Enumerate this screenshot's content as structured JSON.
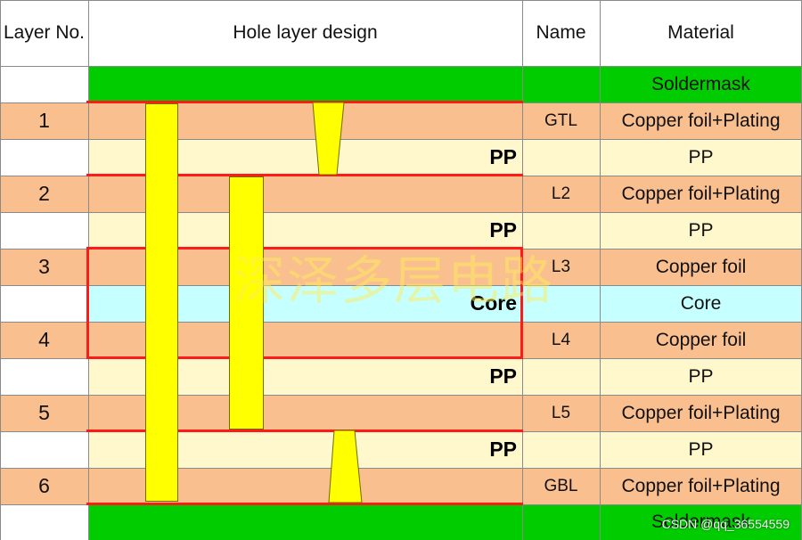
{
  "headers": {
    "layer_no": "Layer No.",
    "hole_layer_design": "Hole layer design",
    "name": "Name",
    "material": "Material"
  },
  "colors": {
    "soldermask": "#00cc00",
    "copper": "#f9bf8f",
    "dielectric": "#fff8cc",
    "core": "#c6ffff",
    "outline": "#ff1a1a",
    "via": "#ffff00"
  },
  "rows": [
    {
      "layer": "",
      "name": "",
      "material": "Soldermask",
      "kind": "soldermask",
      "label": ""
    },
    {
      "layer": "1",
      "name": "GTL",
      "material": "Copper foil+Plating",
      "kind": "copper",
      "label": ""
    },
    {
      "layer": "",
      "name": "",
      "material": "PP",
      "kind": "dielectric",
      "label": "PP"
    },
    {
      "layer": "2",
      "name": "L2",
      "material": "Copper foil+Plating",
      "kind": "copper",
      "label": ""
    },
    {
      "layer": "",
      "name": "",
      "material": "PP",
      "kind": "dielectric",
      "label": "PP"
    },
    {
      "layer": "3",
      "name": "L3",
      "material": "Copper foil",
      "kind": "copper",
      "label": ""
    },
    {
      "layer": "",
      "name": "",
      "material": "Core",
      "kind": "core",
      "label": "Core"
    },
    {
      "layer": "4",
      "name": "L4",
      "material": "Copper foil",
      "kind": "copper",
      "label": ""
    },
    {
      "layer": "",
      "name": "",
      "material": "PP",
      "kind": "dielectric",
      "label": "PP"
    },
    {
      "layer": "5",
      "name": "L5",
      "material": "Copper foil+Plating",
      "kind": "copper",
      "label": ""
    },
    {
      "layer": "",
      "name": "",
      "material": "PP",
      "kind": "dielectric",
      "label": "PP"
    },
    {
      "layer": "6",
      "name": "GBL",
      "material": "Copper foil+Plating",
      "kind": "copper",
      "label": ""
    },
    {
      "layer": "",
      "name": "",
      "material": "Soldermask",
      "kind": "soldermask",
      "label": ""
    }
  ],
  "watermark": "深泽多层电路",
  "credit": "CSDN @qq_36554559"
}
